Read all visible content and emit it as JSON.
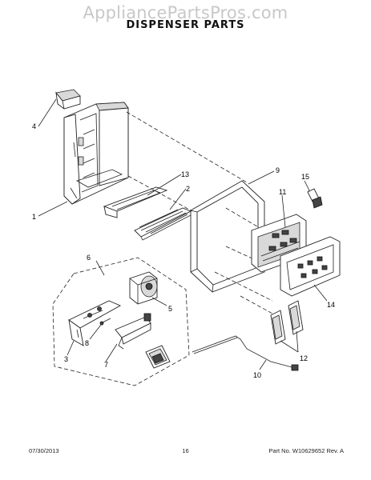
{
  "watermark": "AppliancePartsPros.com",
  "title": "DISPENSER PARTS",
  "callouts": {
    "c1": "1",
    "c2": "2",
    "c3": "3",
    "c4": "4",
    "c5": "5",
    "c6": "6",
    "c7": "7",
    "c8": "8",
    "c9": "9",
    "c10": "10",
    "c11": "11",
    "c12": "12",
    "c13": "13",
    "c14": "14",
    "c15": "15"
  },
  "footer": {
    "date": "07/30/2013",
    "page": "16",
    "part_rev": "Part No. W10629652  Rev. A"
  }
}
